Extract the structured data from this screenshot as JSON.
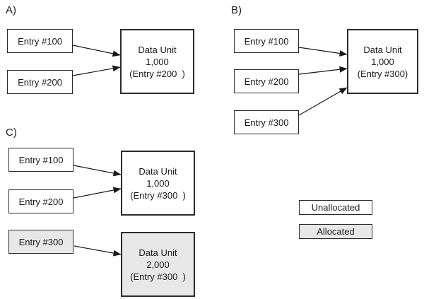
{
  "sections": {
    "a": {
      "label": "A)",
      "entries": [
        "Entry #100",
        "Entry #200"
      ],
      "data_unit": "Data Unit\n1,000\n(Entry #200  )"
    },
    "b": {
      "label": "B)",
      "entries": [
        "Entry #100",
        "Entry #200",
        "Entry #300"
      ],
      "data_unit": "Data Unit\n1,000\n(Entry #300)"
    },
    "c": {
      "label": "C)",
      "entries": [
        "Entry #100",
        "Entry #200",
        "Entry #300"
      ],
      "data_unit_top": "Data Unit\n1,000\n(Entry #300  )",
      "data_unit_bottom": "Data Unit\n2,000\n(Entry #300  )"
    }
  },
  "legend": {
    "unallocated_label": "Unallocated",
    "allocated_label": "Allocated"
  },
  "colors": {
    "allocated_fill": "#e8e8e8",
    "unallocated_fill": "#ffffff",
    "line": "#1a1a1a"
  }
}
